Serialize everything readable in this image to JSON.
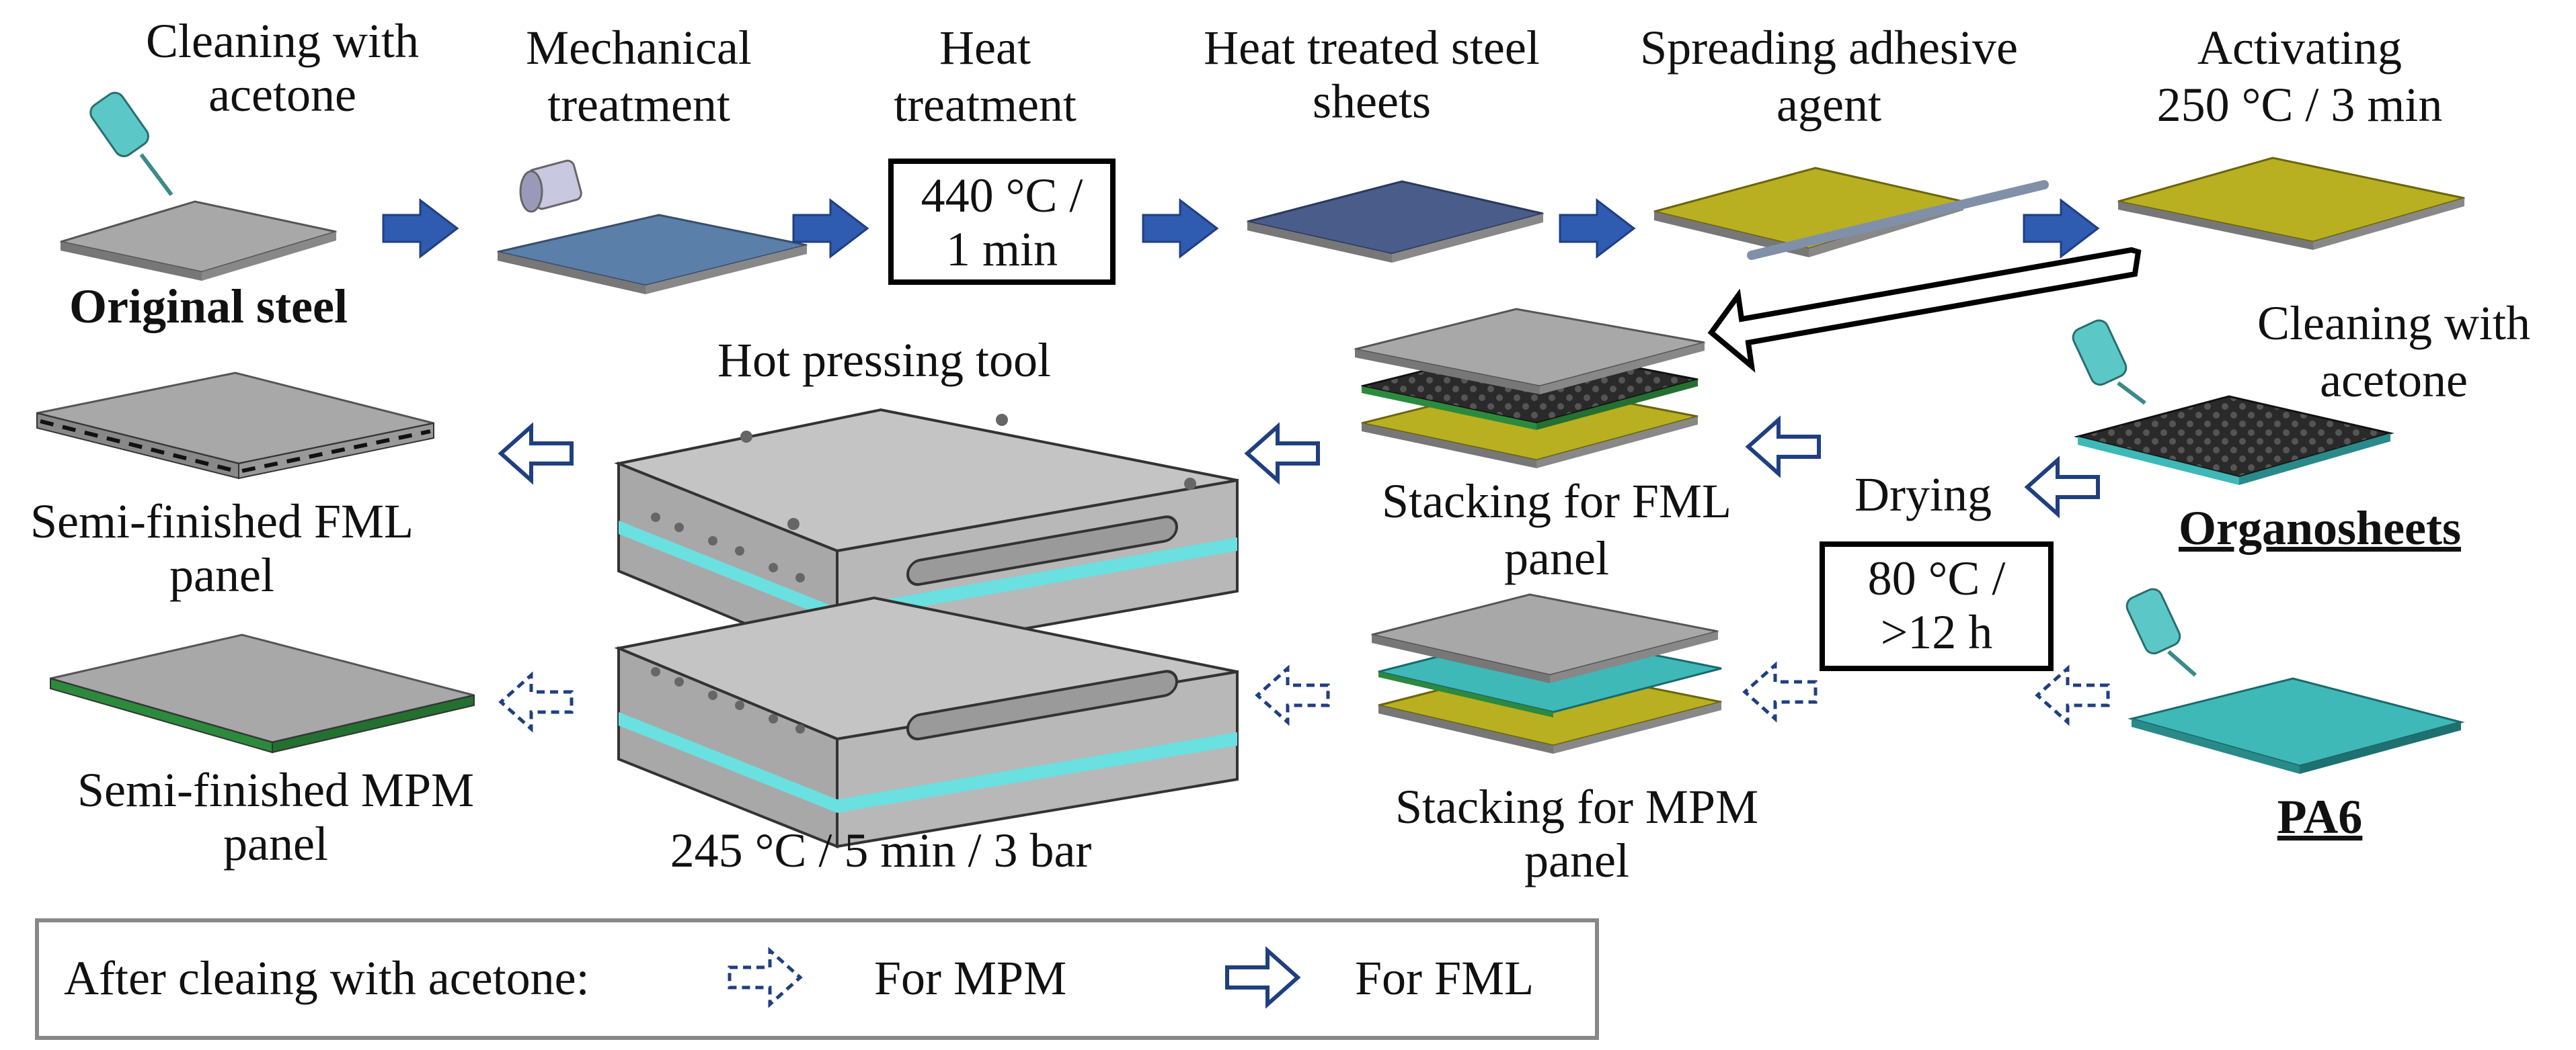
{
  "steps": {
    "cleaning_steel": [
      "Cleaning with",
      "acetone"
    ],
    "original_steel": "Original steel",
    "mechanical_treatment": [
      "Mechanical",
      "treatment"
    ],
    "heat_treatment": [
      "Heat",
      "treatment"
    ],
    "heat_treatment_box": [
      "440 °C /",
      "1 min"
    ],
    "heat_treated_sheets": [
      "Heat treated steel",
      "sheets"
    ],
    "spreading_adhesive": [
      "Spreading adhesive",
      "agent"
    ],
    "activating": [
      "Activating",
      "250 °C / 3 min"
    ],
    "cleaning_organo": [
      "Cleaning with",
      "acetone"
    ],
    "organosheets": "Organosheets",
    "pa6": "PA6",
    "drying": "Drying",
    "drying_box": [
      "80 °C /",
      ">12 h"
    ],
    "stacking_fml": [
      "Stacking for FML",
      "panel"
    ],
    "stacking_mpm": [
      "Stacking for MPM",
      "panel"
    ],
    "hot_pressing_tool": "Hot pressing tool",
    "pressing_conditions": "245 °C / 5 min / 3 bar",
    "semi_finished_fml": [
      "Semi-finished FML",
      "panel"
    ],
    "semi_finished_mpm": [
      "Semi-finished MPM",
      "panel"
    ]
  },
  "legend": {
    "prefix": "After cleaing with acetone:",
    "mpm_label": "For MPM",
    "fml_label": "For FML"
  },
  "colors": {
    "flow_arrow": "#2f5bb0",
    "steel": "#a8a8a8",
    "treated_steel": "#5a7fa8",
    "heat_treated_steel": "#4a5c8a",
    "adhesive": "#b8b020",
    "pa6": "#3fb8b8",
    "tool": "#bdbdbd",
    "tool_stripe": "#6ae0e0",
    "carbon": "#2a2a2a"
  }
}
